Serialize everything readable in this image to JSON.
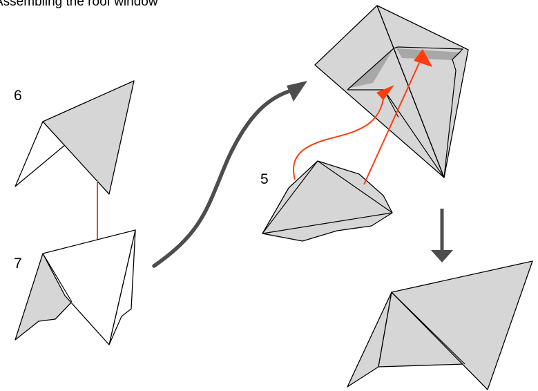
{
  "title": "Assembling the roof window",
  "steps": {
    "step_6": "6",
    "step_7": "7",
    "step_5": "5"
  },
  "colors": {
    "paper_fill": "#d6d6d6",
    "paper_shade": "#a8a8a8",
    "outline": "#000000",
    "arrow_red": "#ff3d0d",
    "arrow_gray": "#4d4d4d"
  }
}
